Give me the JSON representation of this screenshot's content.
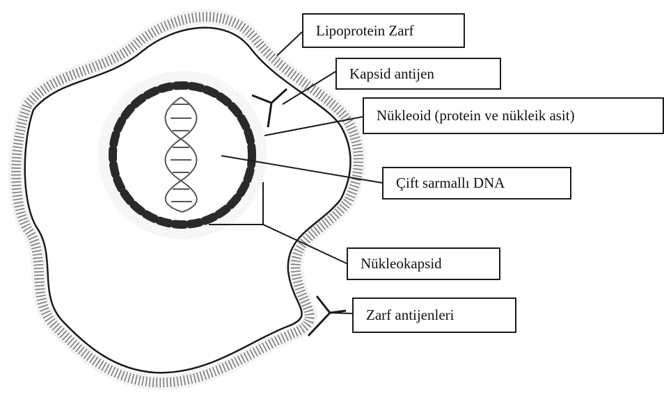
{
  "labels": {
    "lipoprotein_envelope": "Lipoprotein Zarf",
    "capsid_antigen": "Kapsid antijen",
    "nucleoid": "Nükleoid (protein ve nükleik asit)",
    "double_stranded_dna": "Çift sarmallı DNA",
    "nucleocapsid": "Nükleokapsid",
    "envelope_antigens": "Zarf antijenleri"
  },
  "colors": {
    "line": "#1a1a1a",
    "stipple": "#9a9a9a",
    "capsid_bead": "#2a2a2a"
  }
}
